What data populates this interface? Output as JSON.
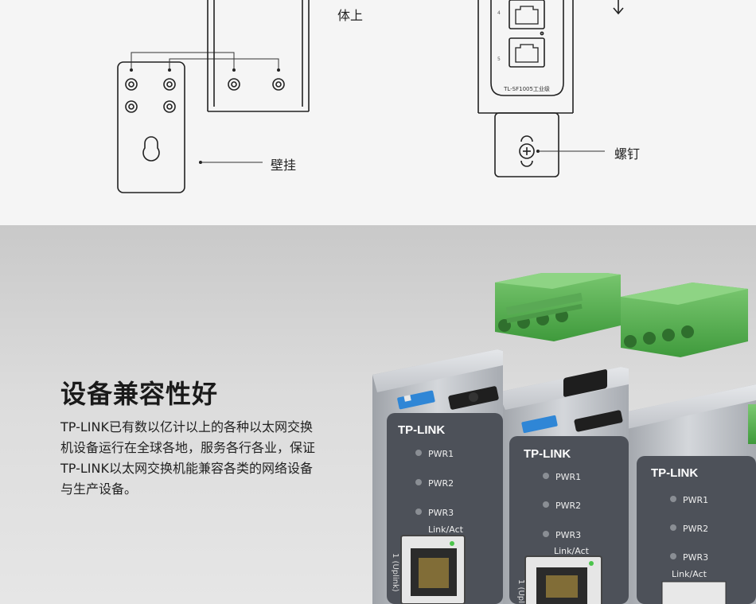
{
  "diagram": {
    "label_top": "体上",
    "label_wall": "壁挂",
    "label_screw": "螺钉",
    "model_label": "TL-SF1005工业级",
    "port_numbers": [
      "4",
      "5"
    ]
  },
  "feature": {
    "heading": "设备兼容性好",
    "description": "TP-LINK已有数以亿计以上的各种以太网交换机设备运行在全球各地，服务各行各业，保证TP-LINK以太网交换机能兼容各类的网络设备与生产设备。"
  },
  "product": {
    "brand": "TP-LINK",
    "indicators": [
      "PWR1",
      "PWR2",
      "PWR3",
      "Link/Act"
    ],
    "uplink_port": "1 (Uplink)",
    "colors": {
      "terminal": "#5fb55a",
      "dip": "#2f86d6",
      "panel": "#4d5159",
      "body": "#b9bcc1"
    }
  }
}
